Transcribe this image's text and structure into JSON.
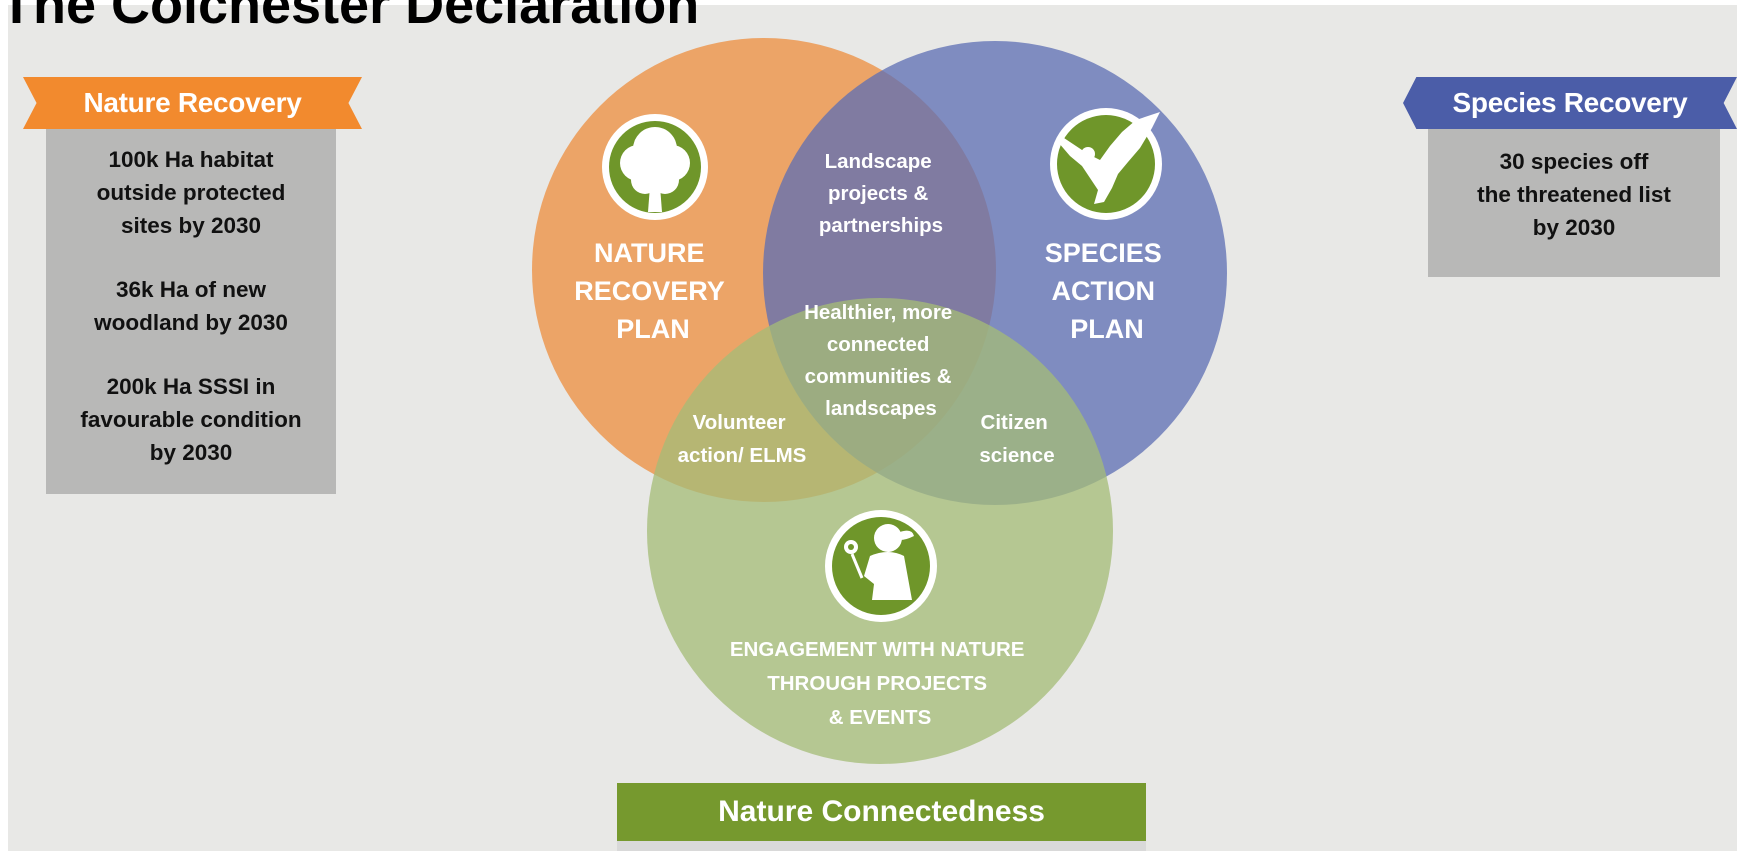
{
  "title": "The Colchester Declaration",
  "nature_recovery": {
    "label": "Nature Recovery",
    "items": [
      [
        "100k Ha habitat",
        "outside protected",
        "sites by 2030"
      ],
      [
        "36k Ha of new",
        "woodland by 2030"
      ],
      [
        "200k Ha SSSI in",
        "favourable condition",
        "by 2030"
      ]
    ]
  },
  "species_recovery": {
    "label": "Species Recovery",
    "items": [
      [
        "30 species off",
        "the threatened list",
        "by 2030"
      ]
    ]
  },
  "venn": {
    "nature_plan": [
      "NATURE",
      "RECOVERY",
      "PLAN"
    ],
    "species_plan": [
      "SPECIES",
      "ACTION",
      "PLAN"
    ],
    "engagement": [
      "ENGAGEMENT WITH NATURE",
      "THROUGH PROJECTS",
      "& EVENTS"
    ],
    "landscape": [
      "Landscape",
      "projects &",
      "partnerships"
    ],
    "center": [
      "Healthier, more",
      "connected",
      "communities &",
      "landscapes"
    ],
    "volunteer": [
      "Volunteer",
      "action/ ELMS"
    ],
    "citizen": [
      "Citizen",
      "science"
    ],
    "icons": [
      "tree-icon",
      "bird-icon",
      "child-flower-icon"
    ]
  },
  "colors": {
    "orange": "#f28a2e",
    "blue": "#4b5da8",
    "green": "#76992e",
    "circle_orange": "#efa15e",
    "circle_blue": "#6f7fbb",
    "circle_green": "#a9bf81"
  },
  "nature_connectedness": {
    "label": "Nature Connectedness"
  }
}
